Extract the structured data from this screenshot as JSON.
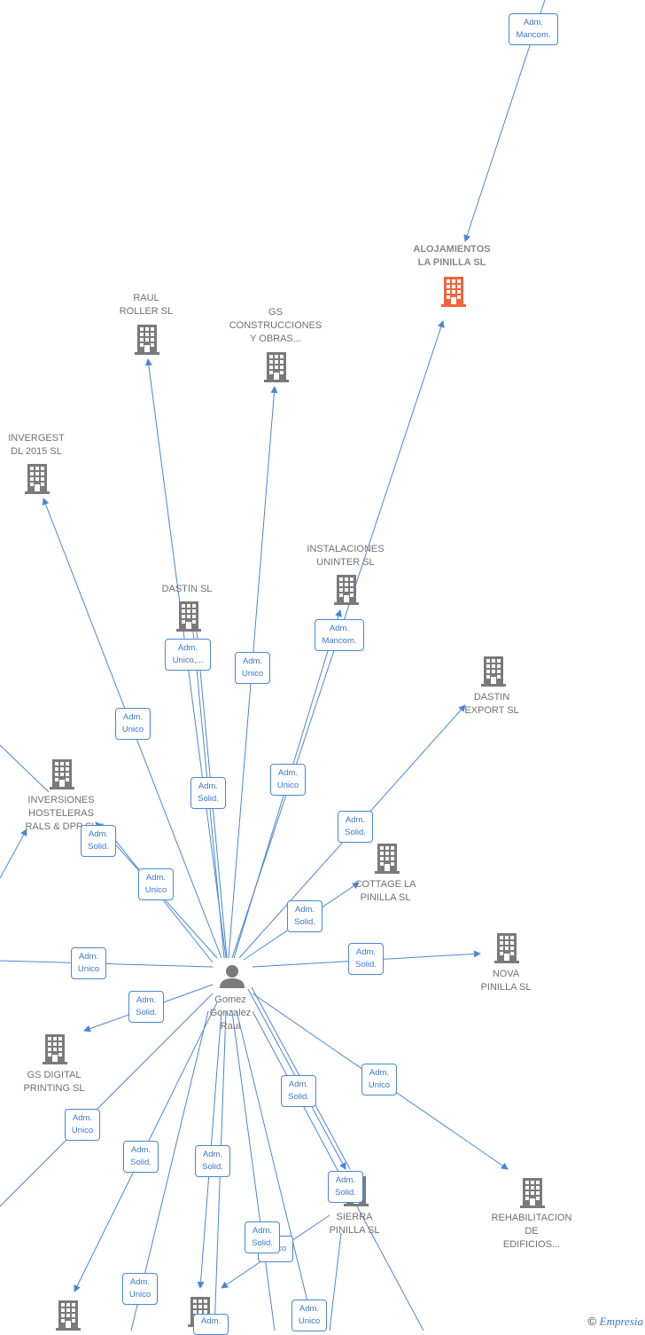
{
  "colors": {
    "edge": "#4a86d6",
    "building": "#7a7a7a",
    "focus_building": "#f0643c",
    "person": "#7a7a7a"
  },
  "nodes": {
    "alojamientos": {
      "label": "ALOJAMIENTOS\nLA PINILLA  SL",
      "icon": "building-icon",
      "focus": true
    },
    "raul_roller": {
      "label": "RAUL\nROLLER  SL",
      "icon": "building-icon"
    },
    "gs_construcciones": {
      "label": "GS\nCONSTRUCCIONES\nY OBRAS...",
      "icon": "building-icon"
    },
    "invergest": {
      "label": "INVERGEST\nDL 2015  SL",
      "icon": "building-icon"
    },
    "instalaciones": {
      "label": "INSTALACIONES\nUNINTER  SL",
      "icon": "building-icon"
    },
    "dastin": {
      "label": "DASTIN  SL",
      "icon": "building-icon"
    },
    "dastin_export": {
      "label": "DASTIN\nEXPORT SL",
      "icon": "building-icon"
    },
    "inversiones": {
      "label": "INVERSIONES\nHOSTELERAS\nRALS & DPP  SL",
      "icon": "building-icon"
    },
    "cottage": {
      "label": "COTTAGE LA\nPINILLA  SL",
      "icon": "building-icon"
    },
    "nova": {
      "label": "NOVA\nPINILLA  SL",
      "icon": "building-icon"
    },
    "gs_digital": {
      "label": "GS DIGITAL\nPRINTING  SL",
      "icon": "building-icon"
    },
    "sierra": {
      "label": "SIERRA\nPINILLA  SL",
      "icon": "building-icon"
    },
    "rehabilitacion": {
      "label": "REHABILITACION\nDE\nEDIFICIOS...",
      "icon": "building-icon"
    },
    "person": {
      "label": "Gomez\nGonzalez\nRaul",
      "icon": "person-icon"
    }
  },
  "edge_labels": {
    "top_mancom": "Adm.\nMancom.",
    "dastin_unico": "Adm.\nUnico,...",
    "gs_unico": "Adm.\nUnico",
    "inst_mancom": "Adm.\nMancom.",
    "invergest_unico": "Adm.\nUnico",
    "dastin_solid": "Adm.\nSolid.",
    "aloj_unico": "Adm.\nUnico",
    "dexport_solid": "Adm.\nSolid.",
    "inv_solid": "Adm.\nSolid.",
    "inv_unico": "Adm.\nUnico",
    "cottage_solid": "Adm.\nSolid.",
    "left_unico": "Adm.\nUnico",
    "nova_solid": "Adm.\nSolid.",
    "gsdigital_solid": "Adm.\nSolid.",
    "sierra_solid": "Adm.\nSolid.",
    "rehab_unico": "Adm.\nUnico",
    "bl_unico": "Adm.\nUnico",
    "b_solid1": "Adm.\nSolid.",
    "b_solid2": "Adm.\nSolid.",
    "sierra_solid2": "Adm.\nSolid.",
    "b_solid3": "Adm.\nSolid.",
    "b_unico2": "Unico",
    "b_unico3": "Adm.\nUnico",
    "b_unico4": "Adm.\nUnico",
    "b_adm": "Adm."
  },
  "watermark": {
    "symbol": "©",
    "brand": "Empresia"
  }
}
